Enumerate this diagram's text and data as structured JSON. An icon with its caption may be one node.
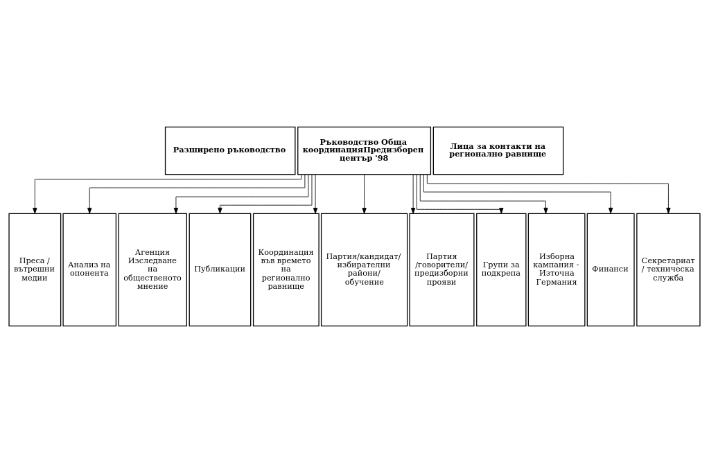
{
  "diagram": {
    "nodes": [
      {
        "text": [
          "Разширено ръководство"
        ]
      },
      {
        "text": [
          "Ръководство Обща координацияПредизборен център '98"
        ]
      },
      {
        "text": [
          "Лица за контакти на регионално равнище"
        ]
      },
      {
        "text": [
          "Преса / вътрешни медии"
        ]
      },
      {
        "text": [
          "Анализ на опонента"
        ]
      },
      {
        "text": [
          "Агенция Изследване на общественото мнение"
        ]
      },
      {
        "text": [
          "Публикации"
        ]
      },
      {
        "text": [
          "Координация във времето на регионално равнище"
        ]
      },
      {
        "text": [
          "Партия/кандидат/ избирателни райони/ обучение"
        ]
      },
      {
        "text": [
          "Партия /говорители/ предизборни прояви"
        ]
      },
      {
        "text": [
          "Групи за подкрепа"
        ]
      },
      {
        "text": [
          "Изборна кампания - Източна Германия"
        ]
      },
      {
        "text": [
          "Финанси"
        ]
      },
      {
        "text": [
          "Секретариат / техническа служба"
        ]
      }
    ],
    "edges": [
      {
        "from": 1,
        "to": 3,
        "arrow": "to"
      },
      {
        "from": 1,
        "to": 4,
        "arrow": "to"
      },
      {
        "from": 1,
        "to": 5,
        "arrow": "to"
      },
      {
        "from": 1,
        "to": 6,
        "arrow": "to"
      },
      {
        "from": 1,
        "to": 7,
        "arrow": "to"
      },
      {
        "from": 1,
        "to": 8,
        "arrow": "to"
      },
      {
        "from": 1,
        "to": 9,
        "arrow": "to"
      },
      {
        "from": 1,
        "to": 10,
        "arrow": "to"
      },
      {
        "from": 1,
        "to": 11,
        "arrow": "to"
      },
      {
        "from": 1,
        "to": 12,
        "arrow": "to"
      },
      {
        "from": 1,
        "to": 13,
        "arrow": "to"
      }
    ]
  }
}
